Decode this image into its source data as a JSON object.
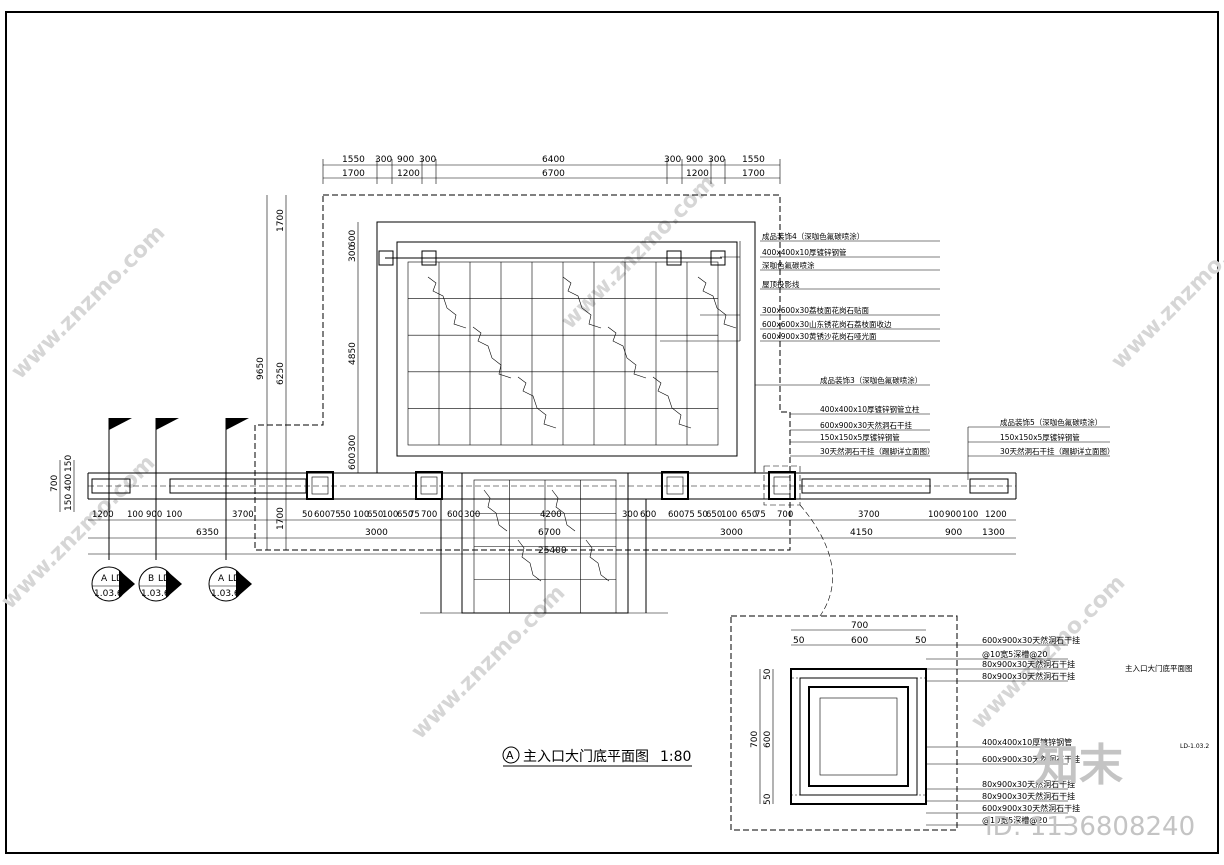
{
  "drawing": {
    "title": "主入口大门底平面图",
    "title_marker": "A",
    "scale": "1:80",
    "detail_title": "主入口大门底平面图",
    "sheet_code": "LD-1.03.2",
    "watermark_text": "www.znzmo.com",
    "brand": "知末",
    "brand_id": "ID: 1136808240"
  },
  "top_dims_row1": [
    "1550",
    "300",
    "900",
    "300",
    "6400",
    "300",
    "900",
    "300",
    "1550"
  ],
  "top_dims_row2": [
    "1700",
    "1200",
    "6700",
    "1200",
    "1700"
  ],
  "left_dims": {
    "outer": "9650",
    "mid_a": "1700",
    "mid_b": "6250",
    "mid_c": "1700",
    "inner_a": "300",
    "inner_b": "600",
    "inner_c": "4850",
    "inner_d": "600",
    "inner_e": "300"
  },
  "end_dims": [
    "700",
    "150",
    "400",
    "150"
  ],
  "bottom_dims_row1": [
    "1200",
    "100",
    "900",
    "100",
    "3700",
    "50",
    "600",
    "75",
    "50",
    "100",
    "650",
    "100",
    "650",
    "75",
    "700",
    "600",
    "300",
    "4200",
    "300",
    "600",
    "600",
    "75",
    "50",
    "650",
    "100",
    "650",
    "75",
    "700",
    "3700",
    "100",
    "900",
    "100",
    "1200"
  ],
  "bottom_dims_row2": [
    "6350",
    "3000",
    "6700",
    "3000",
    "4150",
    "900",
    "1300"
  ],
  "bottom_total": "25400",
  "section_marks": [
    {
      "letter": "A",
      "sheet": "LD",
      "num": "1.03.6"
    },
    {
      "letter": "B",
      "sheet": "LD",
      "num": "1.03.6"
    },
    {
      "letter": "A",
      "sheet": "LD",
      "num": "1.03.6"
    }
  ],
  "callouts_top": [
    "成品装饰4（深咖色氟碳喷涂）",
    "400x400x10厚镀锌钢管",
    "深咖色氟碳喷涂",
    "屋顶投影线",
    "300x600x30荔枝面花岗石贴面",
    "600x600x30山东锈花岗石荔枝面收边",
    "600x900x30黄锈沙花岗石哑光面"
  ],
  "callouts_right": [
    "成品装饰3（深咖色氟碳喷涂）",
    "400x400x10厚镀锌钢管立柱",
    "600x900x30天然洞石干挂",
    "150x150x5厚镀锌钢管",
    "30天然洞石干挂（踢脚详立面图）"
  ],
  "callouts_far_right": [
    "成品装饰5（深咖色氟碳喷涂）",
    "150x150x5厚镀锌钢管",
    "30天然洞石干挂（踢脚详立面图）"
  ],
  "detail_dims": {
    "top_total": "700",
    "top_a": "50",
    "top_b": "600",
    "top_c": "50",
    "left_total": "700",
    "left_b": "600",
    "left_a": "50",
    "left_c": "50"
  },
  "detail_callouts": [
    "600x900x30天然洞石干挂",
    "@10宽5深槽@20",
    "80x900x30天然洞石干挂",
    "80x900x30天然洞石干挂",
    "400x400x10厚镀锌钢管",
    "600x900x30天然洞石干挂",
    "80x900x30天然洞石干挂",
    "80x900x30天然洞石干挂",
    "600x900x30天然洞石干挂",
    "@10宽5深槽@20"
  ]
}
